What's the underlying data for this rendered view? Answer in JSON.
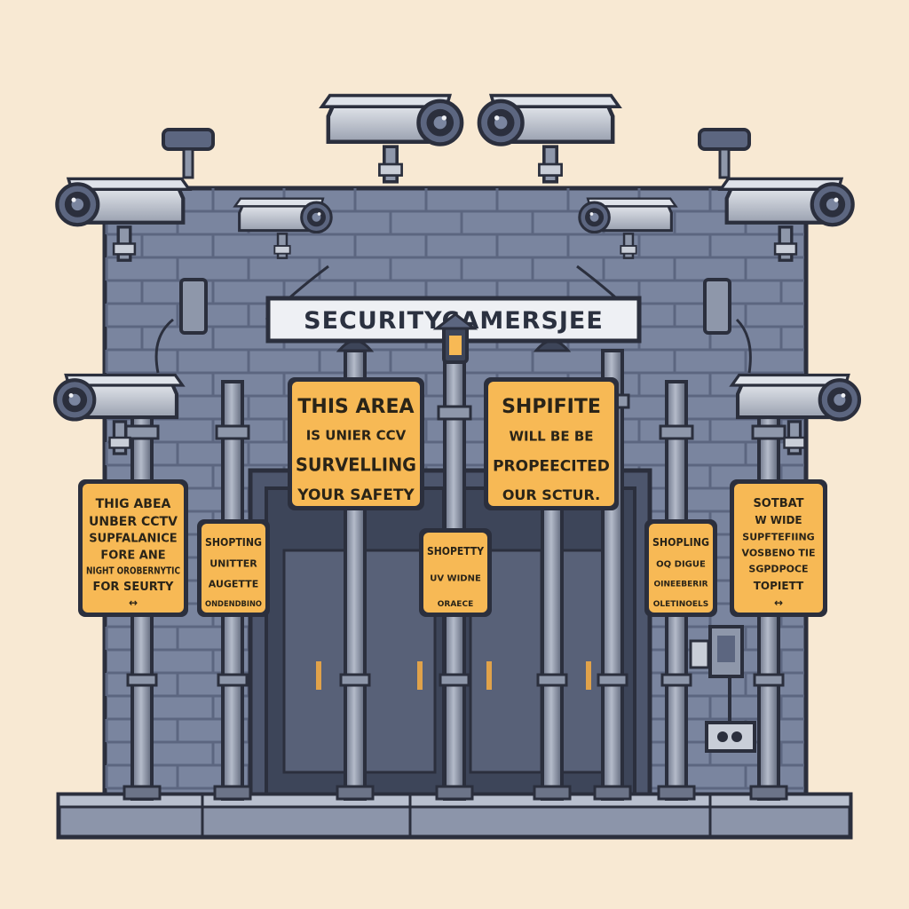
{
  "banner": {
    "text": "SECURITYCAMERSJEE"
  },
  "signs": {
    "center_left": {
      "lines": [
        "THIS AREA",
        "IS UNIER CCV",
        "SURVELLING",
        "YOUR SAFETY"
      ]
    },
    "center_right": {
      "lines": [
        "SHPIFITE",
        "WILL BE BE",
        "PROPEECITED",
        "OUR SCTUR."
      ]
    },
    "far_left": {
      "lines": [
        "THIG ABEA",
        "UNBER CCTV",
        "SUPFALANICE",
        "FORE ANE",
        "NIGHT OROBERNYTIC",
        "FOR SEURTY",
        "↔"
      ]
    },
    "far_right": {
      "lines": [
        "SOTBAT",
        "W WIDE",
        "SUPFTEFIING",
        "VOSBENO TIE",
        "SGPDPOCE",
        "TOPIETT",
        "↔"
      ]
    },
    "mid_left": {
      "lines": [
        "SHOPTING",
        "UNITTER",
        "AUGETTE",
        "ONDENDBINO"
      ]
    },
    "mid_center": {
      "lines": [
        "SHOPETTY",
        "UV WIDNE",
        "ORAECE"
      ]
    },
    "mid_right": {
      "lines": [
        "SHOPLING",
        "OQ DIGUE",
        "OINEEBERIR",
        "OLETINOELS"
      ]
    }
  },
  "colors": {
    "background": "#f8e9d3",
    "wall": "#7a859f",
    "wall_dark": "#5c6680",
    "sign": "#f7b955",
    "outline": "#2b2f3d",
    "camera": "#c9ced8",
    "pole": "#8e97aa"
  }
}
